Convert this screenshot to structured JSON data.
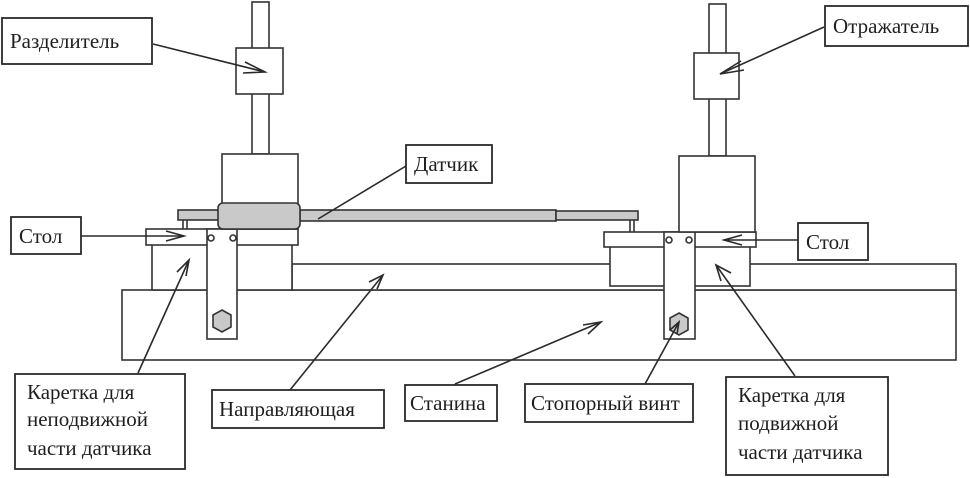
{
  "diagram": {
    "description": "Установка с датчиком: две каретки на станине с направляющей",
    "colors": {
      "line": "#333333",
      "sensor_body": "#c9c9c9",
      "background": "#ffffff"
    },
    "labels": {
      "splitter": "Разделитель",
      "reflector": "Отражатель",
      "sensor": "Датчик",
      "table_left": "Стол",
      "table_right": "Стол",
      "carriage_fixed": [
        "Каретка для",
        "неподвижной",
        "части датчика"
      ],
      "guide": "Направляющая",
      "bed": "Станина",
      "lock_screw": "Стопорный винт",
      "carriage_moving": [
        "Каретка для",
        "подвижной",
        "части датчика"
      ]
    }
  }
}
